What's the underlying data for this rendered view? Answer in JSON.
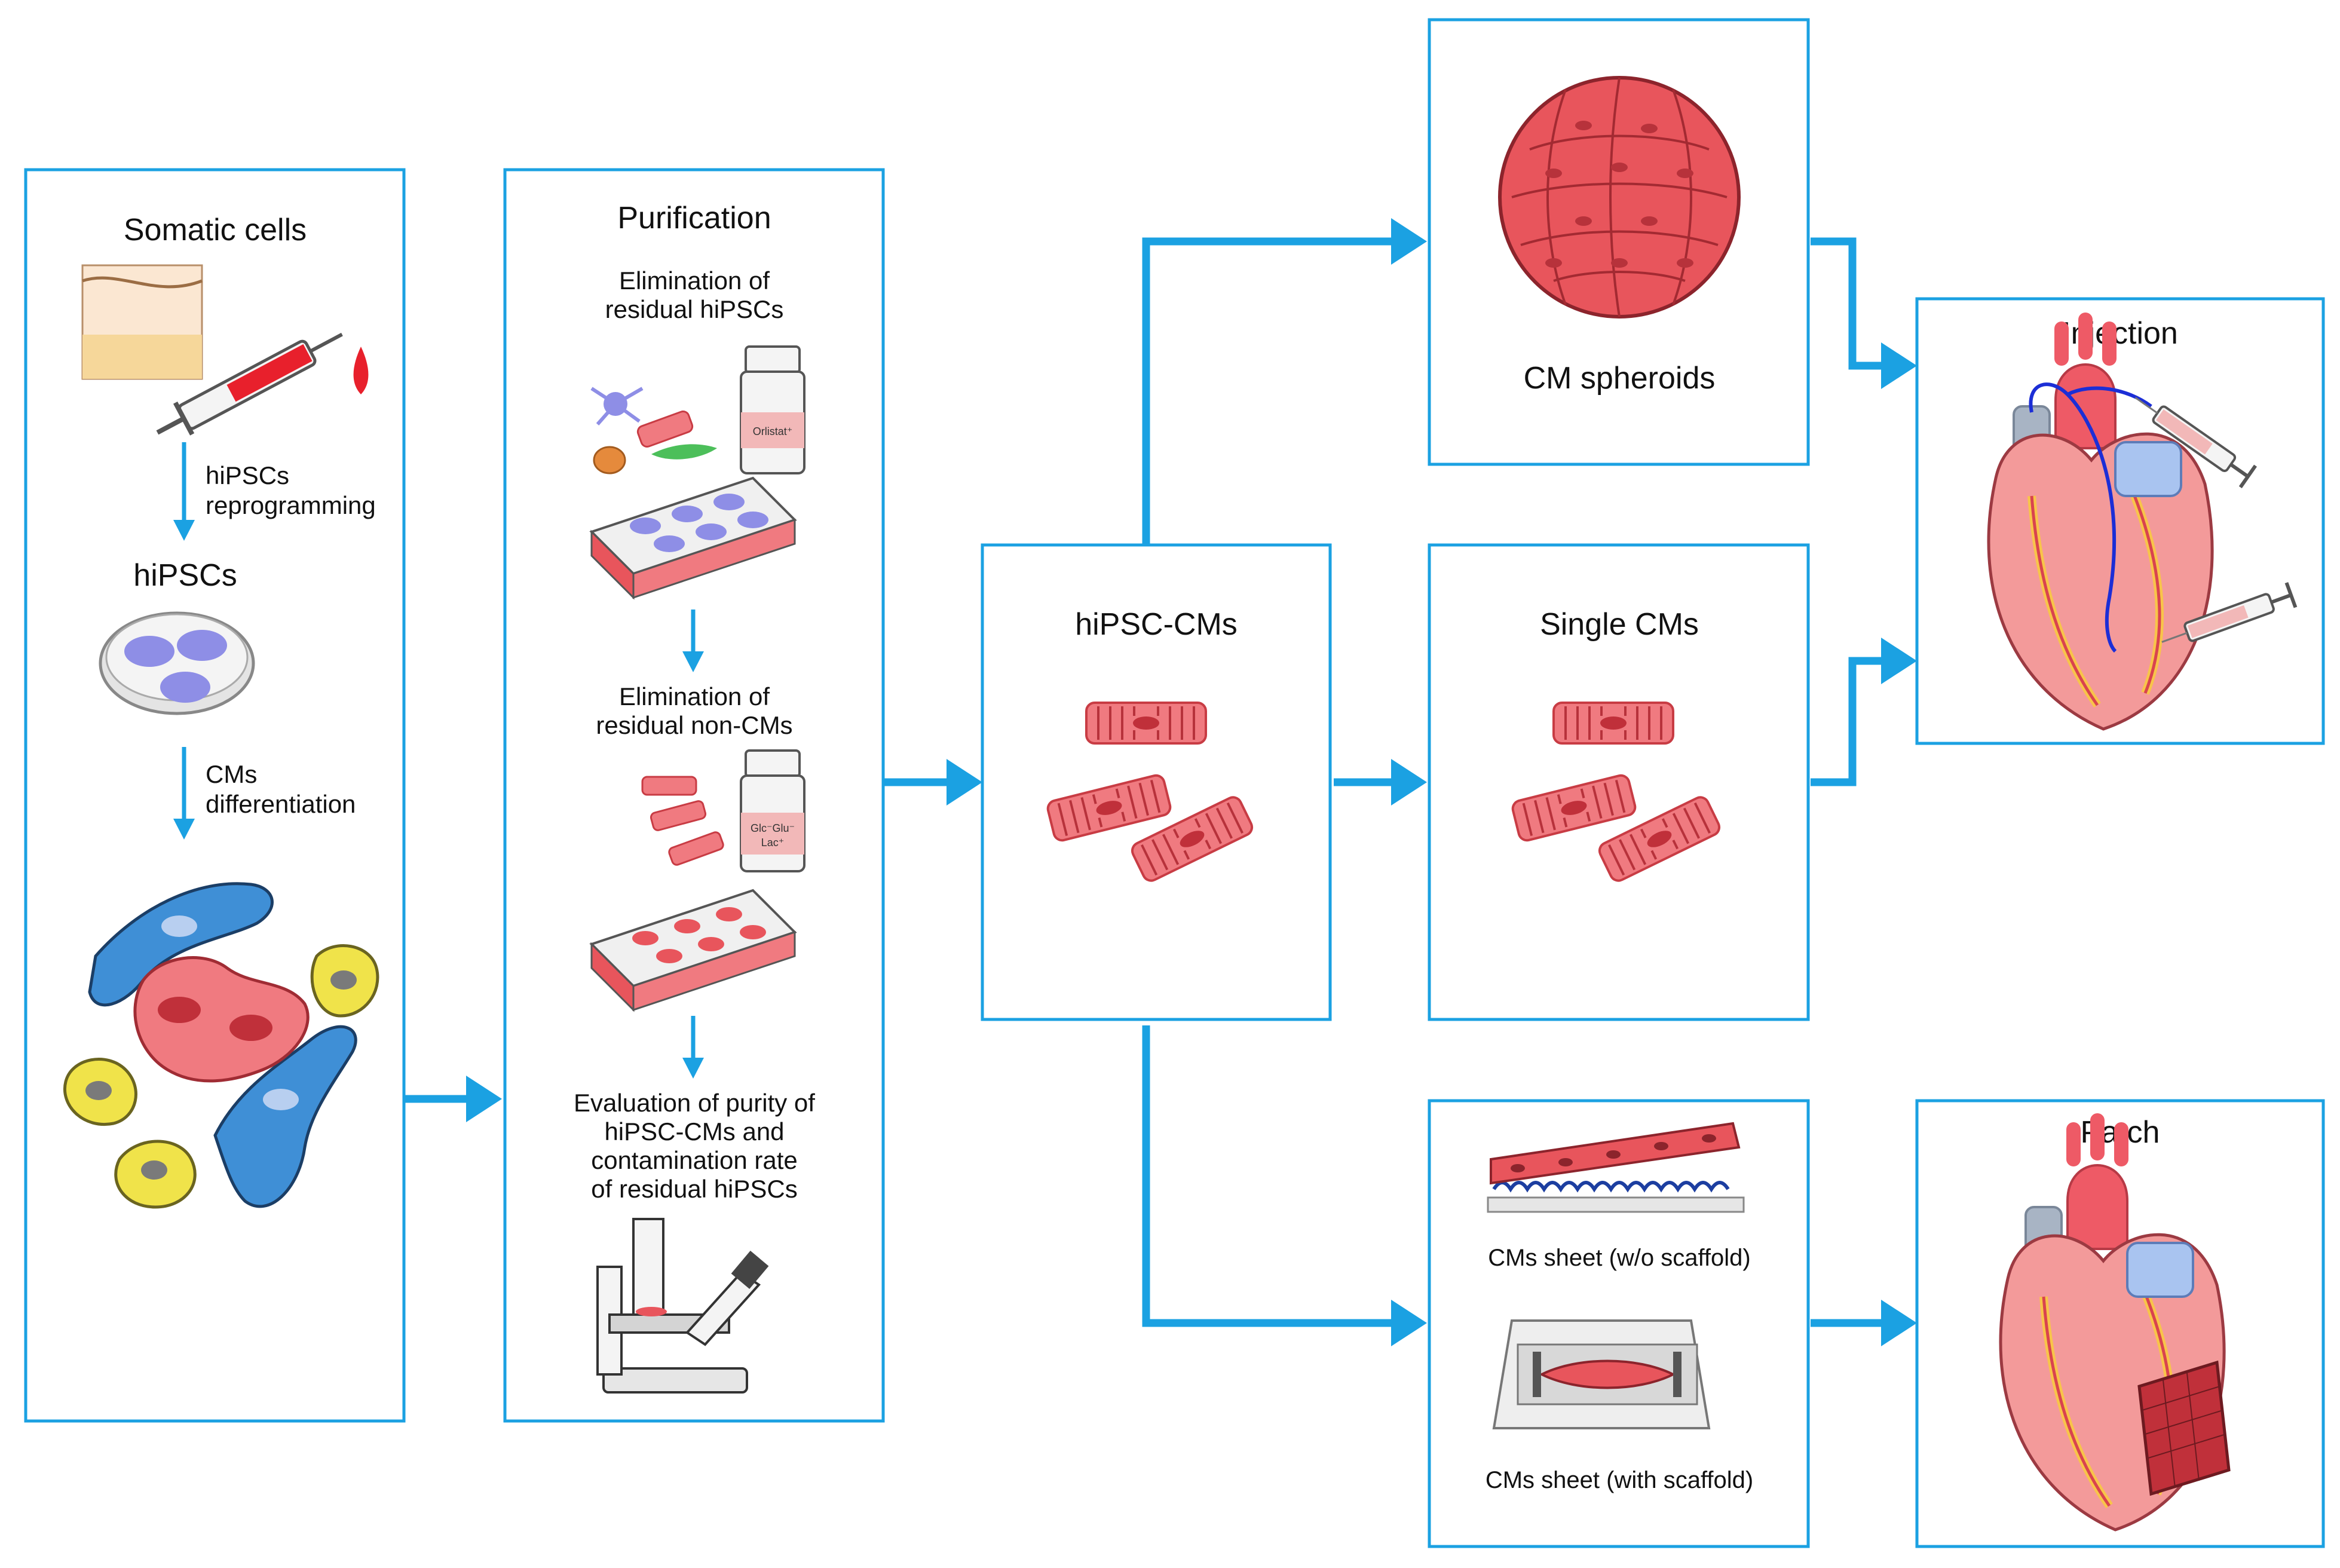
{
  "colors": {
    "accent": "#1ba1e2",
    "cardiomyocyte": "#e8555c",
    "fibroblast": "#3f8fd6",
    "other_cell": "#f0e34a",
    "hipsc_colony": "#8e8ee6",
    "heart": "#f39a9a",
    "vessel_grey": "#a8b4c4"
  },
  "stage1": {
    "title": "Somatic cells",
    "step1": [
      "hiPSCs",
      "reprogramming"
    ],
    "intermediate": "hiPSCs",
    "step2": [
      "CMs",
      "differentiation"
    ]
  },
  "stage2": {
    "title": "Purification",
    "step1": [
      "Elimination of",
      "residual hiPSCs"
    ],
    "bottle1_label": "Orlistat⁺",
    "step2": [
      "Elimination of",
      "residual non-CMs"
    ],
    "bottle2_label": [
      "Glc⁻Glu⁻",
      "Lac⁺"
    ],
    "step3": [
      "Evaluation of purity of",
      "hiPSC-CMs and",
      "contamination rate",
      "of residual hiPSCs"
    ]
  },
  "center": {
    "title": "hiPSC-CMs"
  },
  "forms": {
    "spheroids": "CM spheroids",
    "single": "Single CMs",
    "sheet_without": "CMs sheet (w/o scaffold)",
    "sheet_with": "CMs sheet (with scaffold)"
  },
  "outcomes": {
    "injection": "Injection",
    "patch": "Patch"
  }
}
